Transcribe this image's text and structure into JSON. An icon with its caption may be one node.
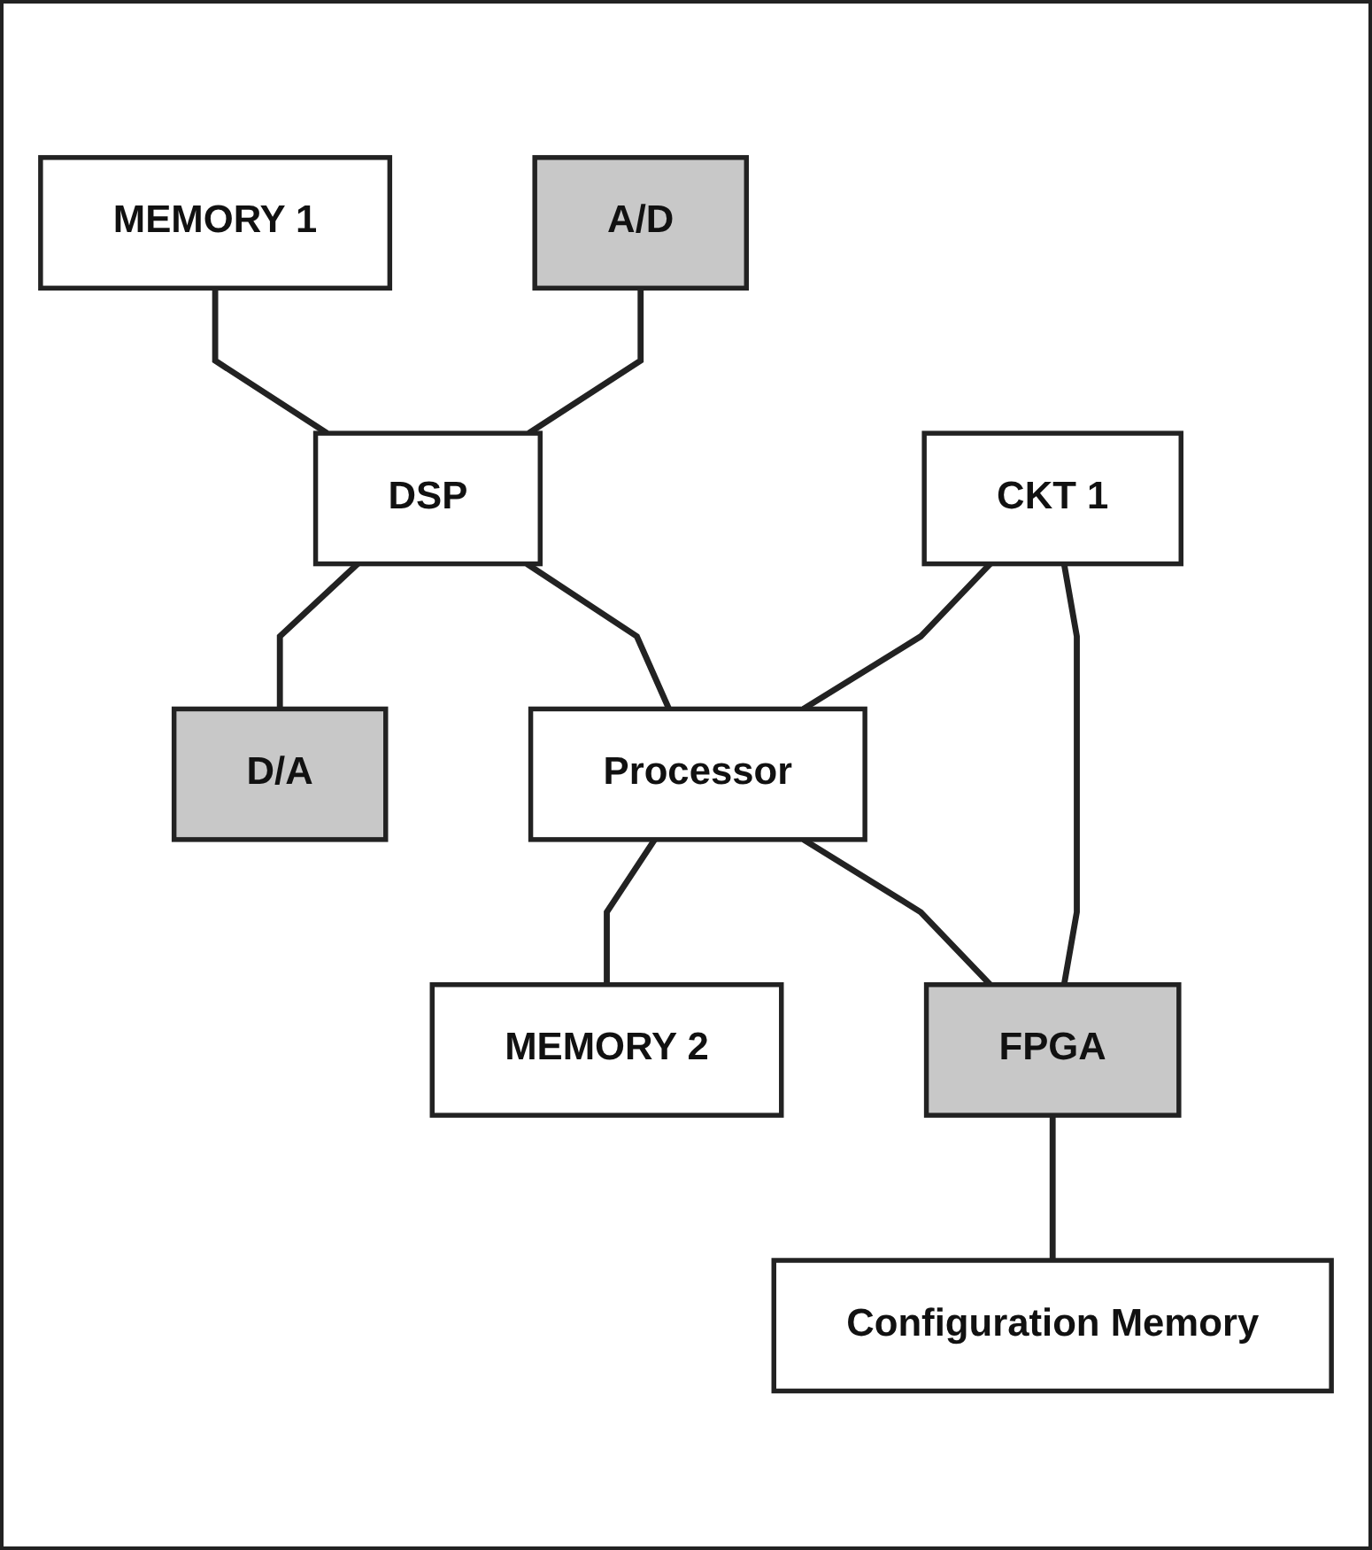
{
  "diagram": {
    "nodes": [
      {
        "text": [
          "MEMORY 1"
        ]
      },
      {
        "text": [
          "A/D"
        ]
      },
      {
        "text": [
          "DSP"
        ]
      },
      {
        "text": [
          "D/A"
        ]
      },
      {
        "text": [
          "CKT 1"
        ]
      },
      {
        "text": [
          "Processor"
        ]
      },
      {
        "text": [
          "MEMORY 2"
        ]
      },
      {
        "text": [
          "FPGA"
        ]
      },
      {
        "text": [
          "Configuration Memory"
        ]
      }
    ],
    "edges": [
      {
        "from": 0,
        "to": 2,
        "arrow": "none"
      },
      {
        "from": 1,
        "to": 2,
        "arrow": "none"
      },
      {
        "from": 2,
        "to": 3,
        "arrow": "none"
      },
      {
        "from": 2,
        "to": 5,
        "arrow": "none"
      },
      {
        "from": 4,
        "to": 5,
        "arrow": "none"
      },
      {
        "from": 5,
        "to": 6,
        "arrow": "none"
      },
      {
        "from": 5,
        "to": 7,
        "arrow": "none"
      },
      {
        "from": 4,
        "to": 7,
        "arrow": "none"
      },
      {
        "from": 7,
        "to": 8,
        "arrow": "none"
      }
    ]
  }
}
